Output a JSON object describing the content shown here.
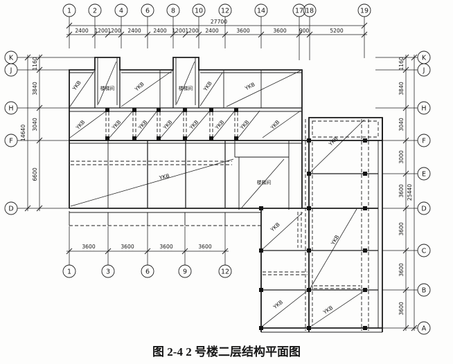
{
  "caption": "图 2-4 2 号楼二层结构平面图",
  "labels": {
    "panel": "YKB",
    "stairwell": "楼梯间"
  },
  "axes": {
    "top": {
      "numbers": [
        "1",
        "2",
        "4",
        "6",
        "8",
        "10",
        "12",
        "14",
        "17",
        "18",
        "19"
      ]
    },
    "bottom": {
      "numbers": [
        "1",
        "3",
        "6",
        "9",
        "12"
      ]
    },
    "left": {
      "letters": [
        "K",
        "J",
        "H",
        "F",
        "D"
      ]
    },
    "right": {
      "letters": [
        "K",
        "J",
        "H",
        "F",
        "E",
        "D",
        "C",
        "B",
        "A"
      ]
    }
  },
  "dims": {
    "top": {
      "total": "27700",
      "segments": [
        "2400",
        "1200",
        "1200",
        "2400",
        "2400",
        "1200",
        "1200",
        "2400",
        "3600",
        "3600",
        "900",
        "5200"
      ]
    },
    "bottom": {
      "segments": [
        "3600",
        "3600",
        "3600",
        "3600"
      ]
    },
    "left": {
      "total": "14640",
      "segments": [
        "1160",
        "3840",
        "3040",
        "6600"
      ]
    },
    "right": {
      "total": "25440",
      "segments": [
        "1160",
        "3840",
        "3040",
        "3000",
        "3600",
        "3600",
        "3600",
        "3600"
      ]
    }
  }
}
